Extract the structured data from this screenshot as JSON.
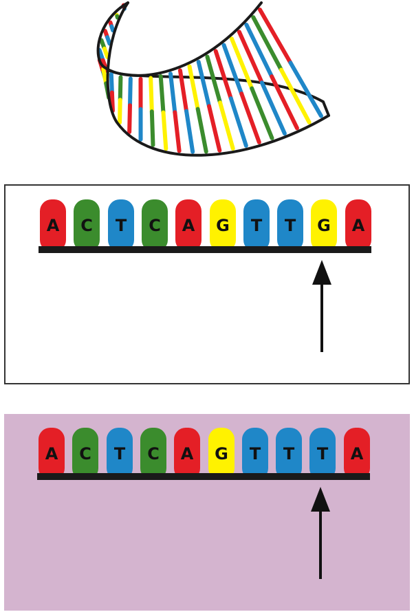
{
  "colors": {
    "A": "#e41f26",
    "C": "#3b8c2d",
    "T": "#1f87c8",
    "G": "#fff200",
    "backbone": "#1a1a1a",
    "panel_2_background": "#d4b4cf"
  },
  "helix": {
    "rungs": [
      {
        "base": "T"
      },
      {
        "base": "G"
      },
      {
        "base": "A"
      },
      {
        "base": "A"
      },
      {
        "base": "C"
      },
      {
        "base": "T"
      },
      {
        "base": "A"
      },
      {
        "base": "G"
      },
      {
        "base": "T"
      },
      {
        "base": "C"
      },
      {
        "base": "T"
      },
      {
        "base": "A"
      },
      {
        "base": "G"
      },
      {
        "base": "C"
      },
      {
        "base": "T"
      },
      {
        "base": "A"
      },
      {
        "base": "G"
      },
      {
        "base": "T"
      },
      {
        "base": "C"
      },
      {
        "base": "A"
      },
      {
        "base": "T"
      },
      {
        "base": "G"
      },
      {
        "base": "A"
      },
      {
        "base": "T"
      },
      {
        "base": "C"
      },
      {
        "base": "A"
      }
    ]
  },
  "sequences": [
    {
      "id": "original",
      "bases": [
        "A",
        "C",
        "T",
        "C",
        "A",
        "G",
        "T",
        "T",
        "G",
        "A"
      ],
      "highlight_index": 8
    },
    {
      "id": "mutated",
      "bases": [
        "A",
        "C",
        "T",
        "C",
        "A",
        "G",
        "T",
        "T",
        "T",
        "A"
      ],
      "highlight_index": 8
    }
  ]
}
